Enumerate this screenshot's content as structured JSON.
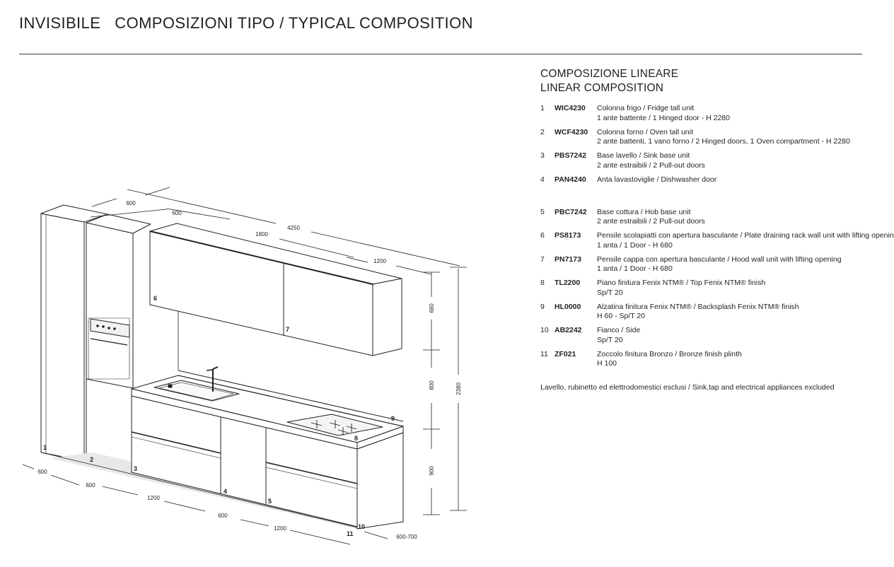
{
  "header": {
    "brand": "INVISIBILE",
    "subtitle": "COMPOSIZIONI TIPO  / TYPICAL COMPOSITION"
  },
  "panel": {
    "title_it": "COMPOSIZIONE LINEARE",
    "title_en": "LINEAR COMPOSITION",
    "items": [
      {
        "no": "1",
        "code": "WIC4230",
        "line1": "Colonna frigo / Fridge tall unit",
        "line2": "1 ante battente / 1 Hinged door - H 2280"
      },
      {
        "no": "2",
        "code": "WCF4230",
        "line1": "Colonna forno / Oven tall unit",
        "line2": "2 ante battenti, 1 vano forno / 2 Hinged doors, 1 Oven compartment - H 2280"
      },
      {
        "no": "3",
        "code": "PBS7242",
        "line1": "Base lavello / Sink base unit",
        "line2": "2 ante estraibili / 2 Pull-out doors"
      },
      {
        "no": "4",
        "code": "PAN4240",
        "line1": "Anta lavastoviglie / Dishwasher door",
        "line2": ""
      },
      {
        "no": "5",
        "code": "PBC7242",
        "line1": "Base cottura / Hob base unit",
        "line2": "2 ante estraibili / 2 Pull-out doors"
      },
      {
        "no": "6",
        "code": "PS8173",
        "line1": "Pensile scolapiatti con apertura basculante / Plate draining rack wall unit with lifting opening",
        "line2": "1 anta / 1 Door - H 680"
      },
      {
        "no": "7",
        "code": "PN7173",
        "line1": "Pensile cappa con apertura basculante / Hood wall unit with lifting opening",
        "line2": "1 anta / 1 Door - H 680"
      },
      {
        "no": "8",
        "code": "TL2200",
        "line1": "Piano finitura Fenix NTM® / Top Fenix NTM® finish",
        "line2": "Sp/T 20"
      },
      {
        "no": "9",
        "code": "HL0000",
        "line1": "Alzatina finitura Fenix NTM® / Backsplash Fenix NTM® finish",
        "line2": "H 60 - Sp/T 20"
      },
      {
        "no": "10",
        "code": "AB2242",
        "line1": "Fianco / Side",
        "line2": "Sp/T 20"
      },
      {
        "no": "11",
        "code": "ZF021",
        "line1": "Zoccolo finitura Bronzo / Bronze finish plinth",
        "line2": "H 100"
      }
    ],
    "note": "Lavello, rubinetto ed elettrodomestici esclusi / Sink,tap and electrical appliances excluded"
  },
  "drawing": {
    "dimensions": {
      "top_depth": "600",
      "top_tall": "600",
      "top_wall": "1800",
      "top_total": "4250",
      "top_hood": "1200",
      "h_wall": "680",
      "h_gap": "800",
      "h_base": "900",
      "h_total": "2380",
      "b_side": "600",
      "b_fridge": "600",
      "b_sink": "1200",
      "b_dish": "600",
      "b_hob": "1200",
      "b_depth": "600-700"
    },
    "labels": [
      "1",
      "2",
      "3",
      "4",
      "5",
      "6",
      "7",
      "8",
      "9",
      "10",
      "11"
    ]
  }
}
